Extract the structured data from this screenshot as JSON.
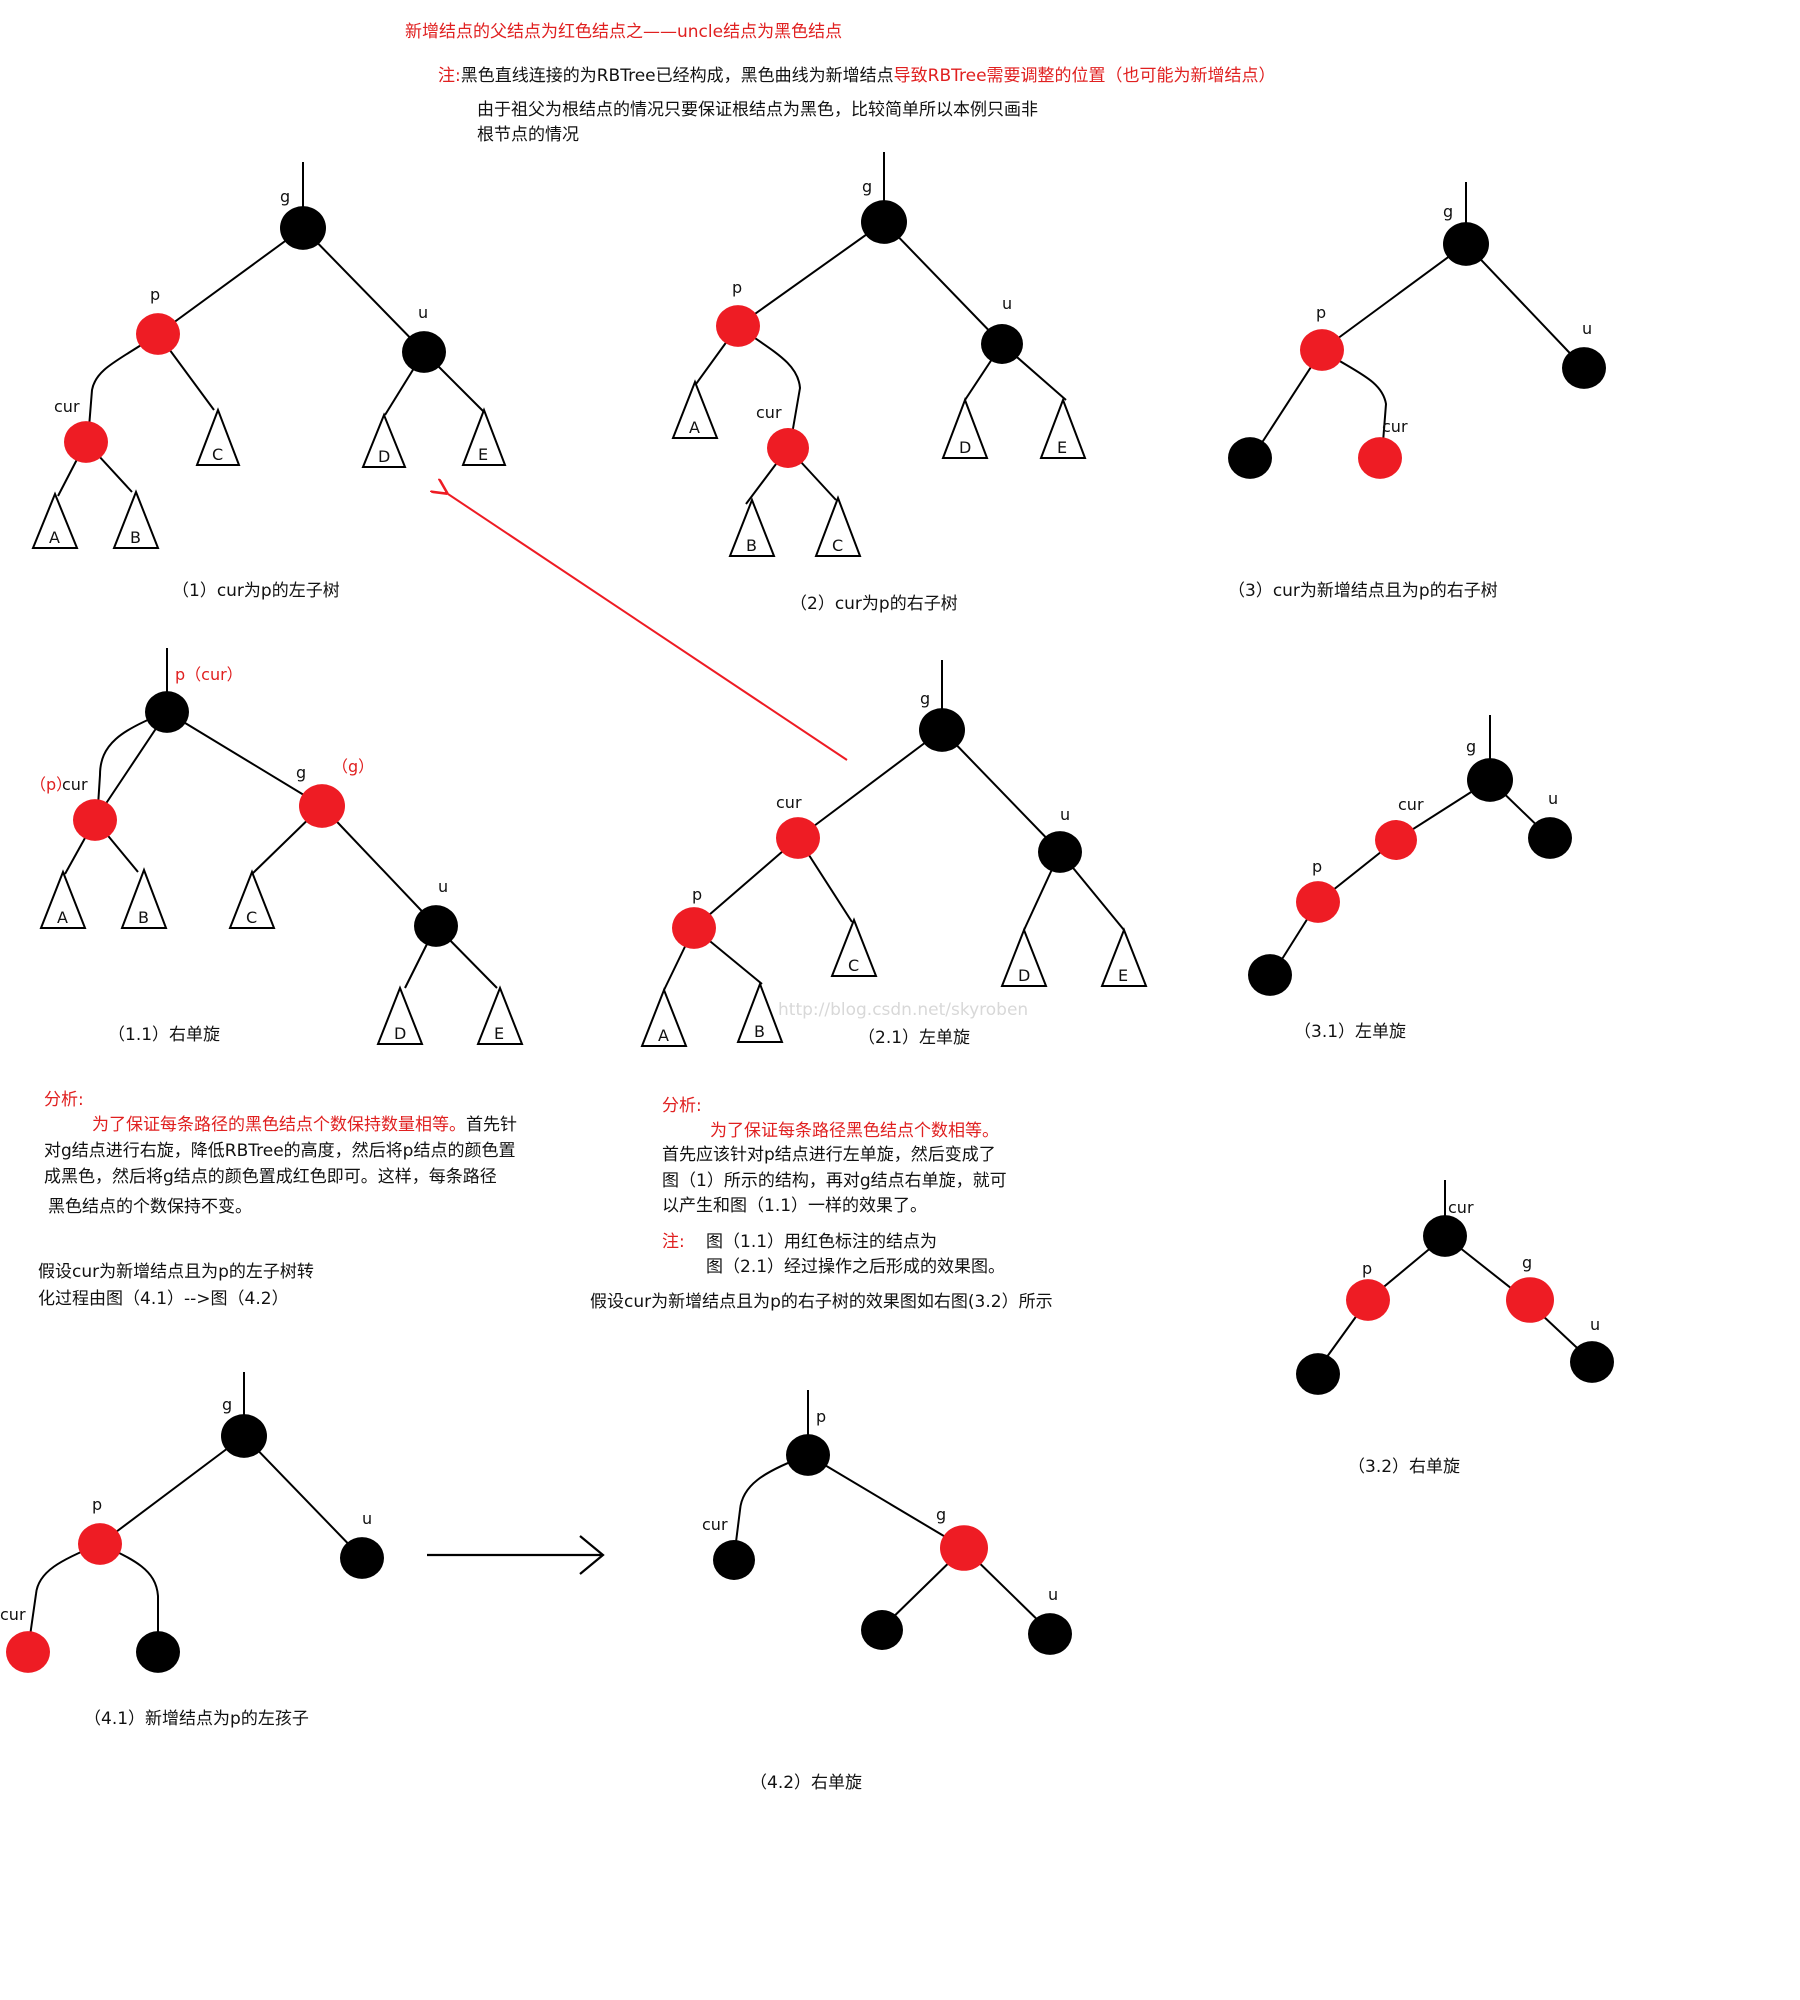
{
  "colors": {
    "red_node": "#ee1c24",
    "black_node": "#000000",
    "accent_text": "#e02020",
    "edge": "#000000",
    "arrow": "#ee1c24"
  },
  "header": {
    "title": "新增结点的父结点为红色结点之——uncle结点为黑色结点",
    "note_label": "注:",
    "note_black": "黑色直线连接的为RBTree已经构成，黑色曲线为新增结点",
    "note_red": "导致RBTree需要调整的位置（也可能为新增结点）",
    "note_line2a": "由于祖父为根结点的情况只要保证根结点为黑色，比较简单所以本例只画非",
    "note_line2b": "根节点的情况"
  },
  "captions": {
    "d1": "（1）cur为p的左子树",
    "d2": "（2）cur为p的右子树",
    "d3": "（3）cur为新增结点且为p的右子树",
    "d11": "（1.1）右单旋",
    "d21": "（2.1）左单旋",
    "d31": "（3.1）左单旋",
    "d32": "（3.2）右单旋",
    "d41": "（4.1）新增结点为p的左孩子",
    "d42": "（4.2）右单旋"
  },
  "labels": {
    "g": "g",
    "p": "p",
    "u": "u",
    "cur": "cur",
    "sub_a": "A",
    "sub_b": "B",
    "sub_c": "C",
    "sub_d": "D",
    "sub_e": "E",
    "p_cur": "p（cur）",
    "paren_p": "（p）",
    "paren_g": "（g）"
  },
  "analysis_left": {
    "label": "分析:",
    "red": "为了保证每条路径的黑色结点个数保持数量相等。",
    "black1": "首先针",
    "black2": "对g结点进行右旋，降低RBTree的高度，然后将p结点的颜色置",
    "black3": "成黑色，然后将g结点的颜色置成红色即可。这样，每条路径",
    "black4": "黑色结点的个数保持不变。",
    "hyp1": "假设cur为新增结点且为p的左子树转",
    "hyp2": "化过程由图（4.1）-->图（4.2）"
  },
  "analysis_mid": {
    "label": "分析:",
    "red": "为了保证每条路径黑色结点个数相等。",
    "black1": "首先应该针对p结点进行左单旋，然后变成了",
    "black2": "图（1）所示的结构，再对g结点右单旋，就可",
    "black3": "以产生和图（1.1）一样的效果了。",
    "note_label": "注:",
    "note1": "图（1.1）用红色标注的结点为",
    "note2": "图（2.1）经过操作之后形成的效果图。",
    "hyp": "假设cur为新增结点且为p的右子树的效果图如右图(3.2）所示"
  },
  "watermark": "http://blog.csdn.net/skyroben"
}
